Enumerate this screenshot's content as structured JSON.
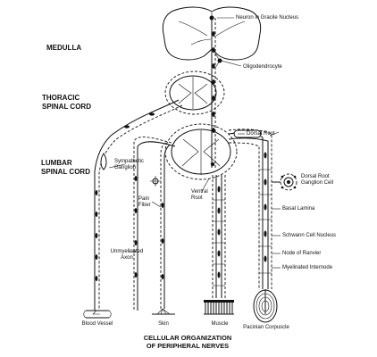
{
  "regions": {
    "medulla": "MEDULLA",
    "thoracic_line1": "THORACIC",
    "thoracic_line2": "SPINAL CORD",
    "lumbar_line1": "LUMBAR",
    "lumbar_line2": "SPINAL CORD"
  },
  "labels": {
    "neuron_gracile": "Neuron in Gracile Nucleus",
    "oligodendrocyte": "Oligodendrocyte",
    "dorsal_root": "Dorsal Root",
    "sympathetic_ganglion_1": "Sympathetic",
    "sympathetic_ganglion_2": "Ganglion",
    "dorsal_root_ganglion_1": "Dorsal Root",
    "dorsal_root_ganglion_2": "Ganglion Cell",
    "pain_fiber_1": "Pain",
    "pain_fiber_2": "Fiber",
    "ventral_root_1": "Ventral",
    "ventral_root_2": "Root",
    "basal_lamina": "Basal Lamina",
    "schwann_cell_nucleus": "Schwann Cell Nucleus",
    "node_of_ranvier": "Node of Ranvier",
    "myelinated_internode": "Myelinated Internode",
    "unmyelinated_axon_1": "Unmyelinated",
    "unmyelinated_axon_2": "Axon"
  },
  "targets": {
    "blood_vessel": "Blood Vessel",
    "skin": "Skin",
    "muscle": "Muscle",
    "pacinian_corpuscle": "Pacinian Corpuscle"
  },
  "title": {
    "line1": "CELLULAR ORGANIZATION",
    "line2": "OF PERIPHERAL NERVES"
  }
}
